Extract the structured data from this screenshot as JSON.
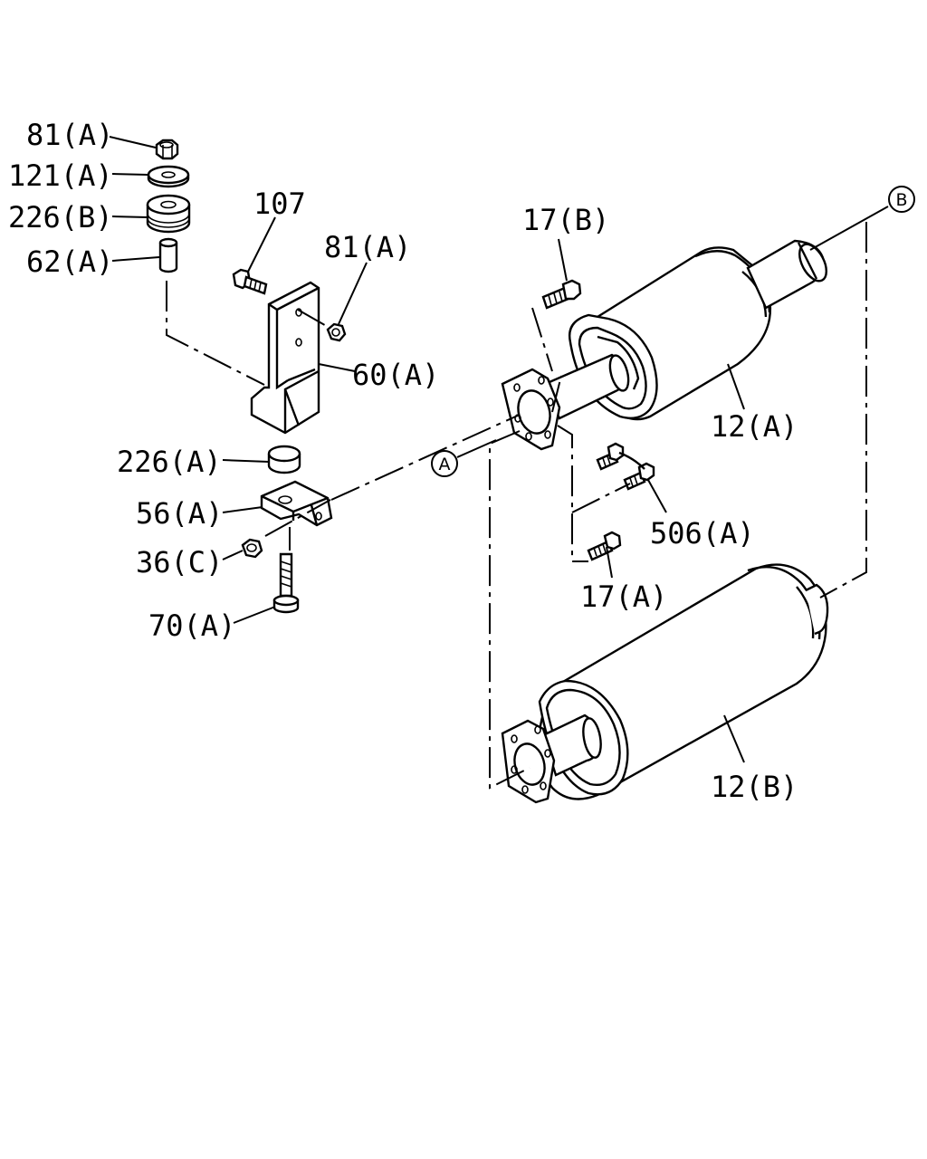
{
  "callouts": {
    "p81a_top": "81(A)",
    "p121a": "121(A)",
    "p226b": "226(B)",
    "p62a": "62(A)",
    "p107": "107",
    "p81a_bracket": "81(A)",
    "p60a": "60(A)",
    "p226a": "226(A)",
    "p56a": "56(A)",
    "p36c": "36(C)",
    "p70a": "70(A)",
    "p17b": "17(B)",
    "p12a": "12(A)",
    "p506a": "506(A)",
    "p17a": "17(A)",
    "p12b": "12(B)"
  },
  "connectors": {
    "a": "A",
    "b": "B"
  }
}
